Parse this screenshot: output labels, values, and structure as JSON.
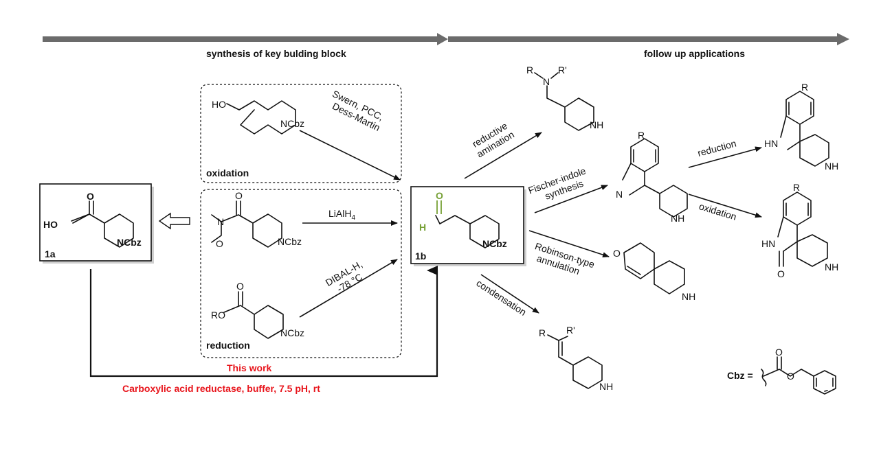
{
  "header": {
    "left_label": "synthesis of key bulding block",
    "right_label": "follow up applications"
  },
  "compounds": {
    "a": {
      "id": "1a",
      "oh": "HO",
      "o": "O",
      "n": "NCbz"
    },
    "b": {
      "id": "1b",
      "h": "H",
      "o": "O",
      "n": "NCbz"
    },
    "alcohol": {
      "ho": "HO",
      "n": "NCbz"
    },
    "weinreb": {
      "o": "O",
      "n": "N",
      "o2": "O",
      "ncbz": "NCbz"
    },
    "ester": {
      "ro": "RO",
      "o": "O",
      "n": "NCbz"
    }
  },
  "routes": {
    "oxidation_box": "oxidation",
    "oxidation_reagent_1": "Swern, PCC,",
    "oxidation_reagent_2": "Dess-Martin",
    "reduction_box": "reduction",
    "lialh4": "LiAlH",
    "lialh4_sub": "4",
    "dibal_1": "DIBAL-H,",
    "dibal_2": "-78 °C",
    "this_work": "This work",
    "car_conditions": "Carboxylic acid reductase, buffer, 7.5 pH, rt"
  },
  "applications": {
    "reductive_amination_1": "reductive",
    "reductive_amination_2": "amination",
    "fischer_1": "Fischer-indole",
    "fischer_2": "synthesis",
    "robinson_1": "Robinson-type",
    "robinson_2": "annulation",
    "condensation": "condensation",
    "reduction": "reduction",
    "oxidation": "oxidation"
  },
  "products": {
    "amine": {
      "r": "R",
      "n": "N",
      "r2": "R'",
      "nh": "NH"
    },
    "indolenine": {
      "r": "R",
      "n": "N",
      "nh": "NH"
    },
    "indoline": {
      "r": "R",
      "hn": "HN",
      "nh": "NH"
    },
    "oxindole": {
      "r": "R",
      "hn": "HN",
      "o": "O",
      "nh": "NH"
    },
    "enone": {
      "o": "O",
      "nh": "NH"
    },
    "alkene": {
      "r": "R",
      "r2": "R'",
      "nh": "NH"
    }
  },
  "legend": {
    "cbz_label": "Cbz =",
    "o1": "O",
    "o2": "O"
  },
  "colors": {
    "highlight": "#e8141b",
    "aldehyde": "#76a035",
    "bar": "#6b6b6b"
  }
}
